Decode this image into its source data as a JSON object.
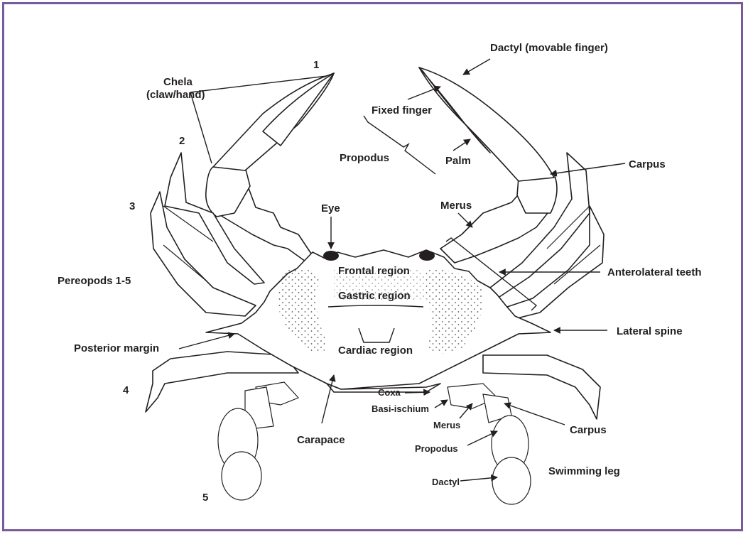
{
  "border_color": "#7a5a9a",
  "labels": {
    "l1": "1",
    "l2": "2",
    "l3": "3",
    "l4": "4",
    "l5": "5",
    "chela": "Chela",
    "chela_sub": "(claw/hand)",
    "dactyl_top": "Dactyl (movable finger)",
    "fixed_finger": "Fixed finger",
    "propodus_top": "Propodus",
    "palm": "Palm",
    "carpus_top": "Carpus",
    "eye": "Eye",
    "merus_top": "Merus",
    "frontal": "Frontal region",
    "gastric": "Gastric region",
    "cardiac": "Cardiac region",
    "pereopods": "Pereopods 1-5",
    "anterolateral": "Anterolateral teeth",
    "lateral_spine": "Lateral spine",
    "posterior_margin": "Posterior margin",
    "coxa": "Coxa",
    "basi": "Basi-ischium",
    "merus_bot": "Merus",
    "carpus_bot": "Carpus",
    "carapace": "Carapace",
    "propodus_bot": "Propodus",
    "dactyl_bot": "Dactyl",
    "swimming": "Swimming leg"
  }
}
